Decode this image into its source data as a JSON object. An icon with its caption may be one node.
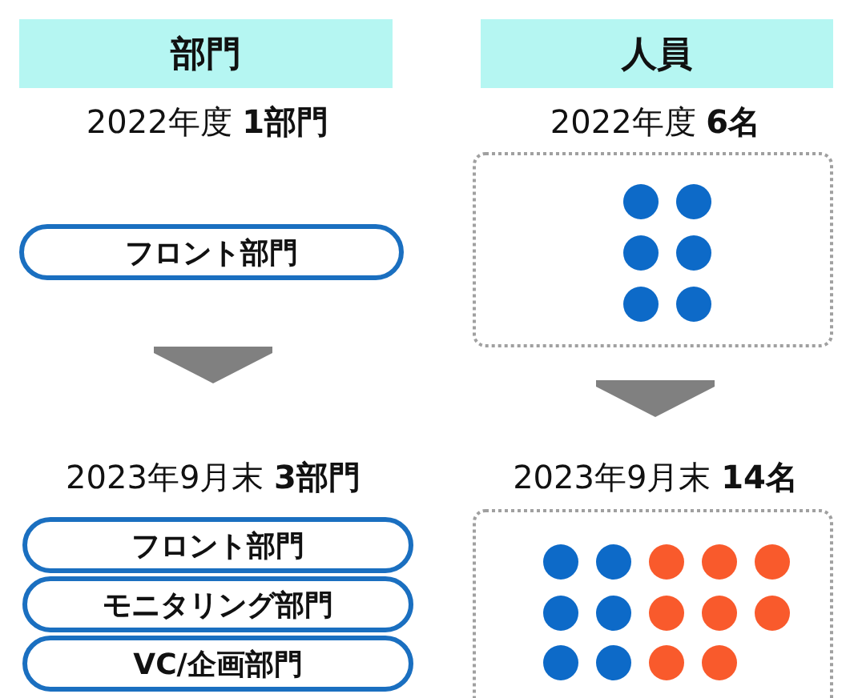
{
  "diagram": {
    "nodes": [
      {
        "text": [
          "部門"
        ]
      },
      {
        "text": [
          "人員"
        ]
      },
      {
        "text": [
          "2022年度 **1部門**"
        ]
      },
      {
        "text": [
          "2022年度 **6名**"
        ]
      },
      {
        "text": [
          "フロント部門"
        ]
      },
      {
        "text": [],
        "shape": "box"
      },
      {
        "text": [
          "2023年9月末 **3部門**"
        ]
      },
      {
        "text": [
          "2023年9月末 **14名**"
        ]
      },
      {
        "text": [
          "フロント部門"
        ]
      },
      {
        "text": [
          "モニタリング部門"
        ]
      },
      {
        "text": [
          "VC/企画部門"
        ]
      },
      {
        "text": [],
        "shape": "box"
      }
    ],
    "edges": [
      {
        "from": 4,
        "to": 6,
        "arrow": "to",
        "style": "thick",
        "color": "#808080"
      },
      {
        "from": 5,
        "to": 7,
        "arrow": "to",
        "style": "thick",
        "color": "#808080"
      }
    ]
  }
}
